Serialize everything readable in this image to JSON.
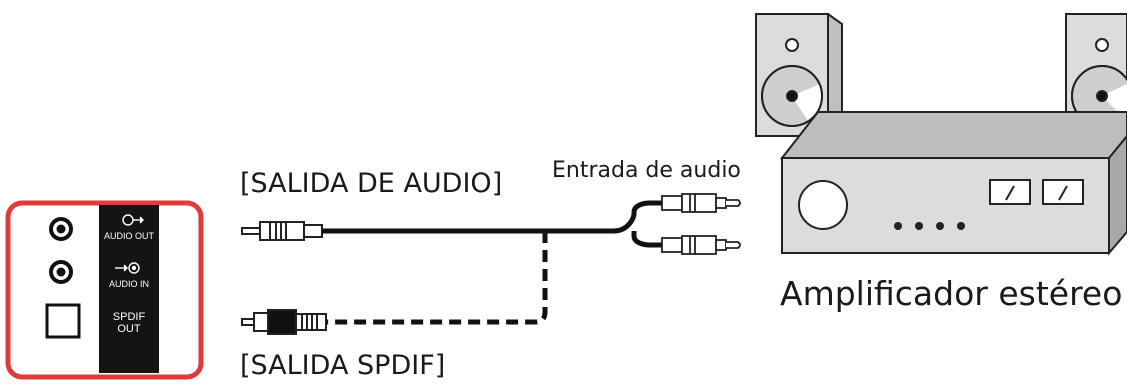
{
  "labels": {
    "audio_out": "[SALIDA DE AUDIO]",
    "spdif_out": "[SALIDA SPDIF]",
    "audio_in": "Entrada de audio",
    "amplifier": "Amplificador estéreo"
  },
  "panel": {
    "audio_out_port": "AUDIO OUT",
    "audio_in_port": "AUDIO IN",
    "spdif_port": "SPDIF OUT"
  },
  "colors": {
    "panel_border": "#e03a3a",
    "panel_dark": "#141414",
    "device_fill": "#dcdcdc",
    "outline": "#222222"
  }
}
